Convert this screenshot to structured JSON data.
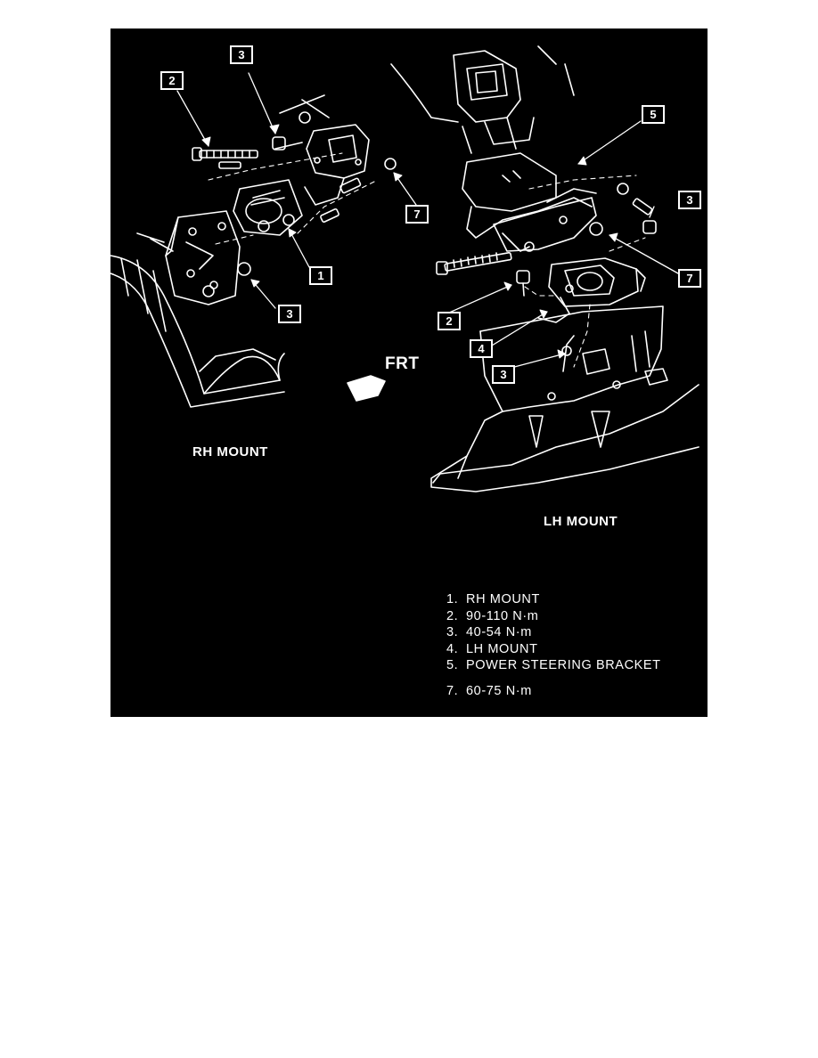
{
  "captions": {
    "rh": "RH MOUNT",
    "lh": "LH MOUNT",
    "frt": "FRT"
  },
  "callouts": [
    "3",
    "2",
    "5",
    "7",
    "3",
    "1",
    "3",
    "7",
    "2",
    "4",
    "3"
  ],
  "legend": [
    {
      "num": "1.",
      "text": "RH MOUNT"
    },
    {
      "num": "2.",
      "text": "90-110 N·m"
    },
    {
      "num": "3.",
      "text": "40-54 N·m"
    },
    {
      "num": "4.",
      "text": "LH MOUNT"
    },
    {
      "num": "5.",
      "text": "POWER STEERING BRACKET"
    },
    {
      "num": "7.",
      "text": "60-75 N·m"
    }
  ],
  "colors": {
    "background": "#000000",
    "ink": "#ffffff",
    "page": "#ffffff"
  }
}
